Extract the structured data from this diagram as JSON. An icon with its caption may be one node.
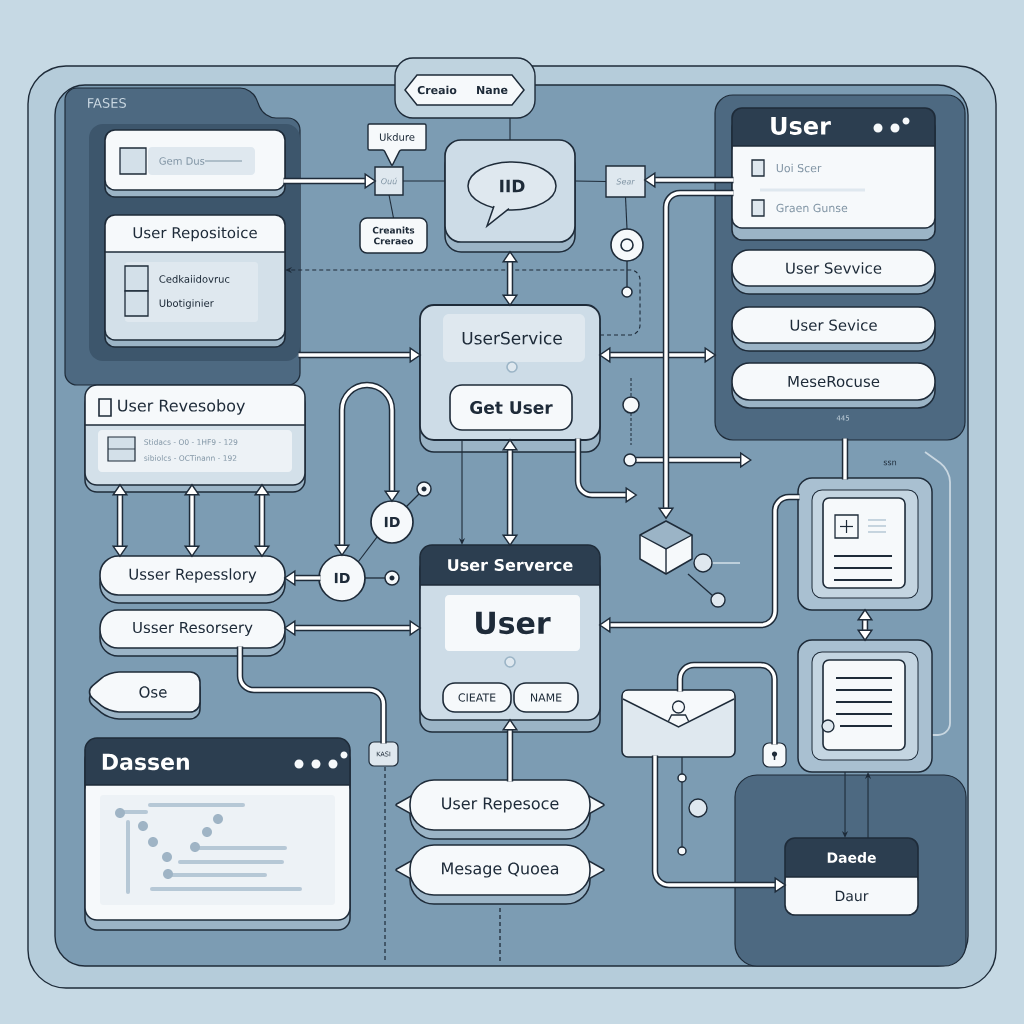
{
  "diagram": {
    "nodes": [
      {
        "text": [
          "FASES"
        ]
      },
      {
        "text": [
          "Gem Dus"
        ],
        "in": 0
      },
      {
        "text": [
          "User Repositoice",
          "Cedkaiidovruc",
          "Ubotiginier"
        ],
        "in": 0
      },
      {
        "text": [
          "Creaio",
          "Nane"
        ]
      },
      {
        "text": [
          "Ukdure"
        ]
      },
      {
        "text": [
          "Ouú"
        ]
      },
      {
        "text": [
          "Creanits Creraeo"
        ]
      },
      {
        "text": [
          "IID"
        ]
      },
      {
        "text": [
          "Sear"
        ]
      },
      {
        "text": [],
        "shape": "circle"
      },
      {
        "text": [],
        "shape": "box"
      },
      {
        "text": [
          "User",
          "Uoi Scer",
          "Graen Gunse"
        ],
        "in": 10
      },
      {
        "text": [
          "User Sevvice"
        ],
        "in": 10
      },
      {
        "text": [
          "User Sevice"
        ],
        "in": 10
      },
      {
        "text": [
          "MeseRocuse"
        ],
        "in": 10,
        "beside": [
          "445"
        ]
      },
      {
        "text": [
          "User Revesoboy",
          "Stidacs - O0 - 1HF9 - 129",
          "sibiolcs - OCTinann - 192"
        ]
      },
      {
        "text": [
          "UserService"
        ]
      },
      {
        "text": [
          "Get User"
        ],
        "in": 16
      },
      {
        "text": [
          "ID"
        ]
      },
      {
        "text": [
          "ID"
        ]
      },
      {
        "text": [
          "Usser Repesslory"
        ]
      },
      {
        "text": [
          "Usser Resorsery"
        ]
      },
      {
        "text": [],
        "shape": "picture"
      },
      {
        "text": [
          "User Serverce",
          "User"
        ]
      },
      {
        "text": [
          "CIEATE"
        ],
        "in": 23
      },
      {
        "text": [
          "NAME"
        ],
        "in": 23
      },
      {
        "text": [],
        "shape": "picture"
      },
      {
        "text": [
          "Ose"
        ]
      },
      {
        "text": [
          "KASI"
        ]
      },
      {
        "text": [],
        "shape": "picture"
      },
      {
        "text": [],
        "shape": "box"
      },
      {
        "text": [],
        "shape": "picture"
      },
      {
        "text": [
          "Dassen"
        ]
      },
      {
        "text": [
          "User Repesoce"
        ]
      },
      {
        "text": [
          "Mesage Quoea"
        ]
      },
      {
        "text": [
          "Daede",
          "Daur"
        ]
      }
    ],
    "edges": [
      {
        "from": 3,
        "to": 7,
        "arrow": "none",
        "color": "#1e2b39"
      },
      {
        "from": 1,
        "to": 5,
        "arrow": "to"
      },
      {
        "from": 5,
        "to": 7,
        "arrow": "none",
        "color": "#1e2b39"
      },
      {
        "from": 5,
        "to": 6,
        "arrow": "none",
        "color": "#1e2b39"
      },
      {
        "from": 7,
        "to": 8,
        "arrow": "none",
        "color": "#1e2b39"
      },
      {
        "from": 11,
        "to": 8,
        "arrow": "to"
      },
      {
        "from": 8,
        "to": 9,
        "arrow": "none",
        "color": "#1e2b39"
      },
      {
        "from": 16,
        "to": 2,
        "arrow": "to",
        "style": "dashed",
        "color": "#1e2b39"
      },
      {
        "from": 7,
        "to": 16,
        "arrow": "both"
      },
      {
        "from": 0,
        "to": 16,
        "arrow": "to"
      },
      {
        "from": 16,
        "to": 10,
        "arrow": "both"
      },
      {
        "from": 10,
        "to": 26,
        "arrow": "none"
      },
      {
        "from": 11,
        "to": 22,
        "arrow": "to"
      },
      {
        "from": 16,
        "to": 23,
        "arrow": "both"
      },
      {
        "from": 16,
        "to": 23,
        "arrow": "to",
        "color": "#1e2b39"
      },
      {
        "from": 16,
        "to": null,
        "arrow": "to"
      },
      {
        "from": 19,
        "to": 18,
        "arrow": "both"
      },
      {
        "from": 18,
        "to": 19,
        "arrow": "none",
        "color": "#1e2b39"
      },
      {
        "from": 19,
        "to": 20,
        "arrow": "to"
      },
      {
        "from": 21,
        "to": 23,
        "arrow": "both"
      },
      {
        "from": 21,
        "to": 28,
        "arrow": "none"
      },
      {
        "from": 15,
        "to": 20,
        "arrow": "both"
      },
      {
        "from": 15,
        "to": 20,
        "arrow": "both"
      },
      {
        "from": 15,
        "to": 20,
        "arrow": "both"
      },
      {
        "from": 33,
        "to": 23,
        "arrow": "to"
      },
      {
        "from": 26,
        "to": 23,
        "arrow": "to"
      },
      {
        "from": 26,
        "to": 31,
        "arrow": "both"
      },
      {
        "from": 29,
        "to": 30,
        "arrow": "none"
      },
      {
        "from": 29,
        "to": 35,
        "arrow": "to"
      },
      {
        "from": 35,
        "to": 31,
        "arrow": "to",
        "color": "#1e2b39"
      },
      {
        "from": 31,
        "to": 35,
        "arrow": "to",
        "color": "#1e2b39"
      }
    ],
    "labels": [
      "ssn"
    ]
  }
}
